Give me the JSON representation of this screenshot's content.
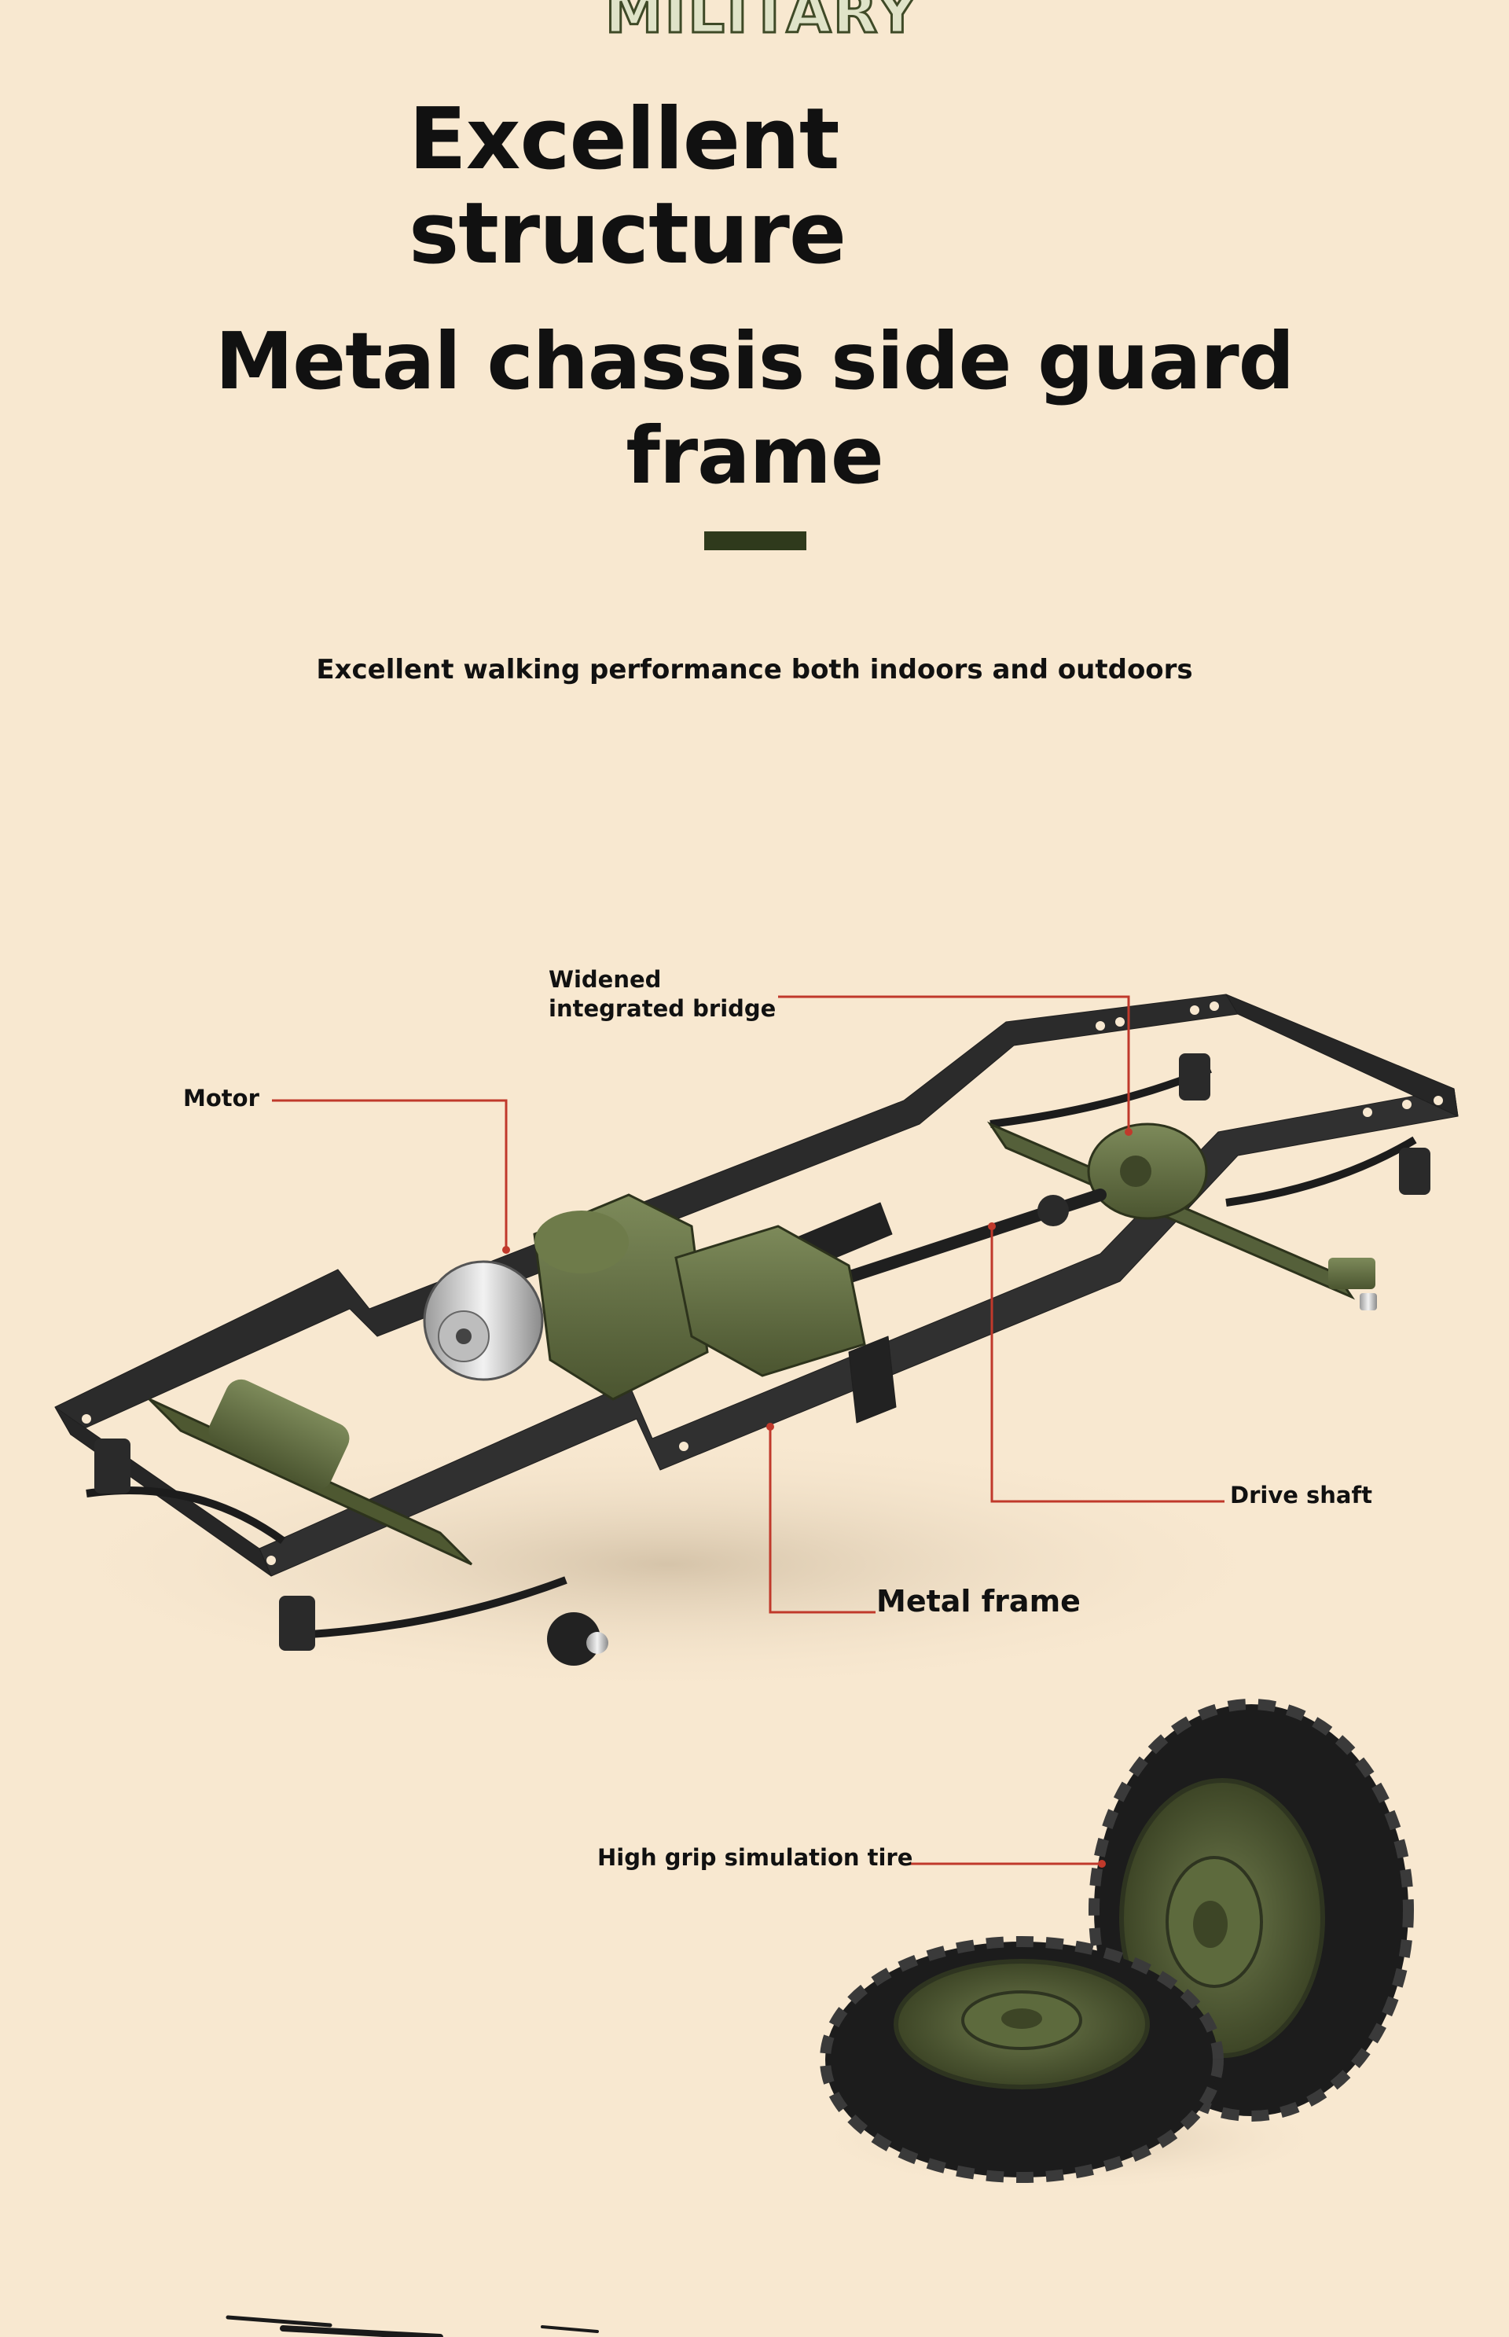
{
  "brand": {
    "logo_text": "MILITARY JEEP"
  },
  "header": {
    "title_line1": "Excellent",
    "title_line2": "structure",
    "title_main": "Metal chassis side guard frame",
    "subtitle": "Excellent walking performance both indoors and outdoors"
  },
  "callouts": {
    "bridge_line1": "Widened",
    "bridge_line2": "integrated bridge",
    "motor": "Motor",
    "drive_shaft": "Drive shaft",
    "metal_frame": "Metal frame",
    "tire": "High grip simulation tire"
  },
  "colors": {
    "background": "#f8e8d0",
    "frame": "#2b2b2b",
    "olive": "#5e6b3f",
    "leader_line": "#c0392b",
    "accent_dash": "#2f3a1c"
  }
}
